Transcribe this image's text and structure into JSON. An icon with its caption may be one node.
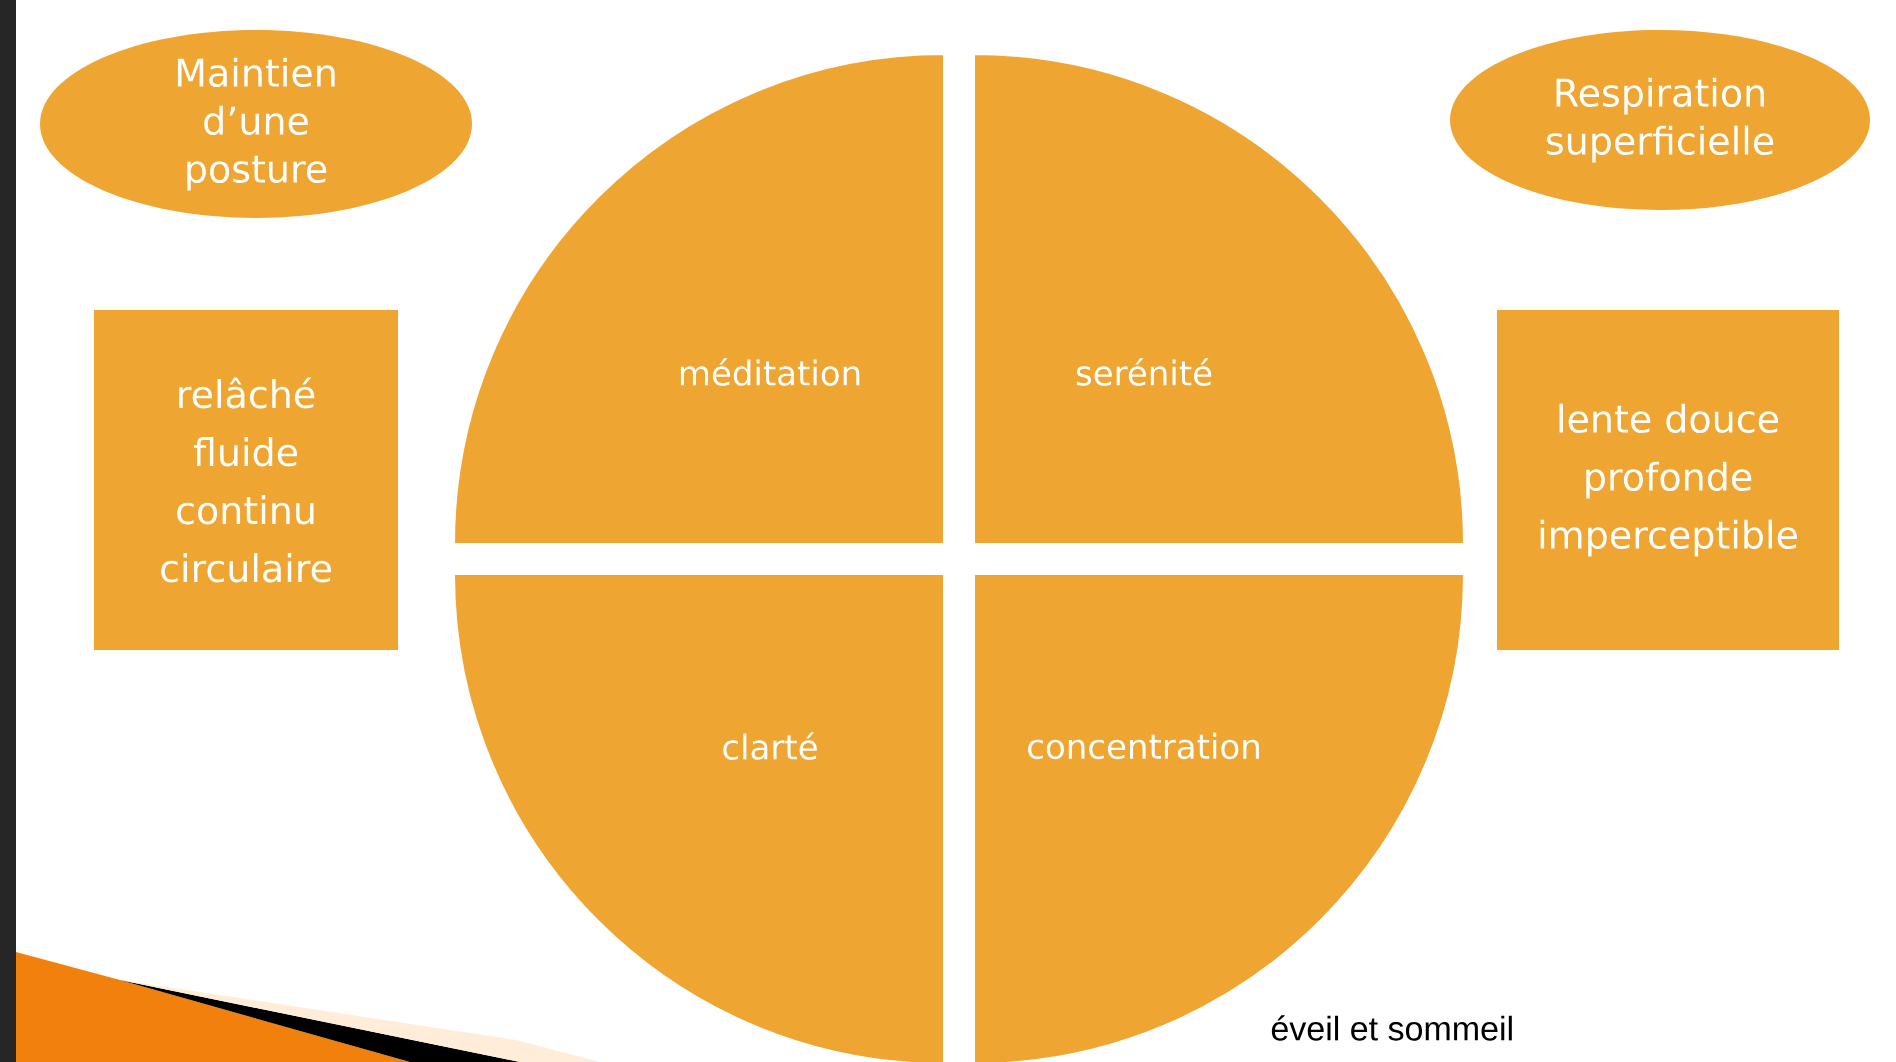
{
  "diagram": {
    "nodes": [
      {
        "text": [
          "Maintien d’une posture"
        ]
      },
      {
        "text": [
          "Respiration superficielle"
        ]
      },
      {
        "text": [
          "relâché fluide continu circulaire"
        ]
      },
      {
        "text": [
          "lente douce profonde imperceptible"
        ]
      },
      {
        "text": [
          "méditation"
        ]
      },
      {
        "text": [
          "serénité"
        ]
      },
      {
        "text": [
          "clarté"
        ]
      },
      {
        "text": [
          "concentration"
        ]
      }
    ],
    "labels": [
      "éveil et sommeil"
    ]
  }
}
